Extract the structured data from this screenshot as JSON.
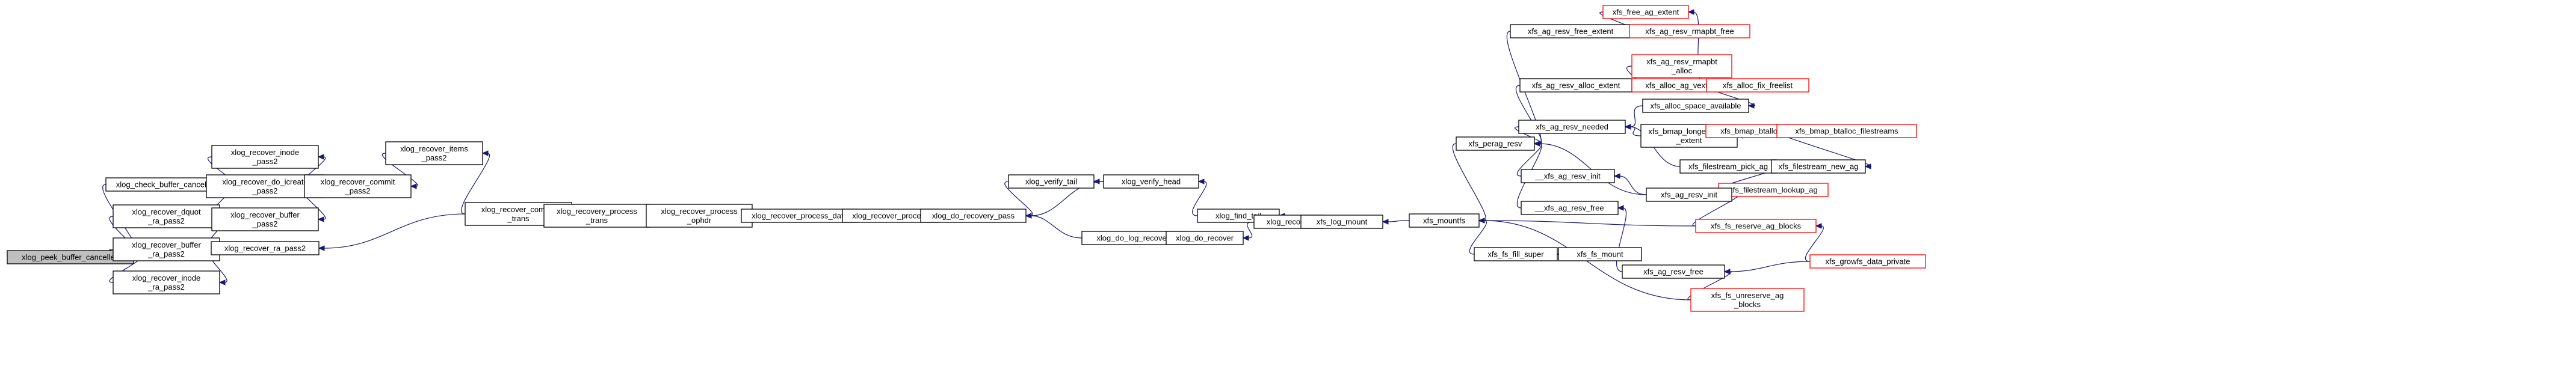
{
  "nodes": [
    {
      "id": "root",
      "lines": [
        "xlog_peek_buffer_cancelled"
      ],
      "style": "root"
    },
    {
      "id": "check",
      "lines": [
        "xlog_check_buffer_cancelled"
      ],
      "style": "normal"
    },
    {
      "id": "dquot",
      "lines": [
        "xlog_recover_dquot",
        "_ra_pass2"
      ],
      "style": "normal"
    },
    {
      "id": "bufra",
      "lines": [
        "xlog_recover_buffer",
        "_ra_pass2"
      ],
      "style": "normal"
    },
    {
      "id": "inodera",
      "lines": [
        "xlog_recover_inode",
        "_ra_pass2"
      ],
      "style": "normal"
    },
    {
      "id": "inodep2",
      "lines": [
        "xlog_recover_inode",
        "_pass2"
      ],
      "style": "normal"
    },
    {
      "id": "icreate",
      "lines": [
        "xlog_recover_do_icreate",
        "_pass2"
      ],
      "style": "normal"
    },
    {
      "id": "bufp2",
      "lines": [
        "xlog_recover_buffer",
        "_pass2"
      ],
      "style": "normal"
    },
    {
      "id": "rapass2",
      "lines": [
        "xlog_recover_ra_pass2"
      ],
      "style": "normal"
    },
    {
      "id": "commitp2",
      "lines": [
        "xlog_recover_commit",
        "_pass2"
      ],
      "style": "normal"
    },
    {
      "id": "itemsp2",
      "lines": [
        "xlog_recover_items",
        "_pass2"
      ],
      "style": "normal"
    },
    {
      "id": "committrans",
      "lines": [
        "xlog_recover_commit",
        "_trans"
      ],
      "style": "normal"
    },
    {
      "id": "proctrans",
      "lines": [
        "xlog_recovery_process",
        "_trans"
      ],
      "style": "normal"
    },
    {
      "id": "ophdr",
      "lines": [
        "xlog_recover_process",
        "_ophdr"
      ],
      "style": "normal"
    },
    {
      "id": "procdata",
      "lines": [
        "xlog_recover_process_data"
      ],
      "style": "normal"
    },
    {
      "id": "process",
      "lines": [
        "xlog_recover_process"
      ],
      "style": "normal"
    },
    {
      "id": "dopass",
      "lines": [
        "xlog_do_recovery_pass"
      ],
      "style": "normal"
    },
    {
      "id": "vtail",
      "lines": [
        "xlog_verify_tail"
      ],
      "style": "normal"
    },
    {
      "id": "vhead",
      "lines": [
        "xlog_verify_head"
      ],
      "style": "normal"
    },
    {
      "id": "findtail",
      "lines": [
        "xlog_find_tail"
      ],
      "style": "normal"
    },
    {
      "id": "dologrec",
      "lines": [
        "xlog_do_log_recovery"
      ],
      "style": "normal"
    },
    {
      "id": "dorec",
      "lines": [
        "xlog_do_recover"
      ],
      "style": "normal"
    },
    {
      "id": "recover",
      "lines": [
        "xlog_recover"
      ],
      "style": "normal"
    },
    {
      "id": "logmount",
      "lines": [
        "xfs_log_mount"
      ],
      "style": "normal"
    },
    {
      "id": "mountfs",
      "lines": [
        "xfs_mountfs"
      ],
      "style": "normal"
    },
    {
      "id": "peragresv",
      "lines": [
        "xfs_perag_resv"
      ],
      "style": "normal"
    },
    {
      "id": "fssuper",
      "lines": [
        "xfs_fs_fill_super"
      ],
      "style": "normal"
    },
    {
      "id": "fsmount",
      "lines": [
        "xfs_fs_mount"
      ],
      "style": "normal"
    },
    {
      "id": "freeext",
      "lines": [
        "xfs_ag_resv_free_extent"
      ],
      "style": "normal"
    },
    {
      "id": "allocext",
      "lines": [
        "xfs_ag_resv_alloc_extent"
      ],
      "style": "normal"
    },
    {
      "id": "needed",
      "lines": [
        "xfs_ag_resv_needed"
      ],
      "style": "normal"
    },
    {
      "id": "xinit",
      "lines": [
        "__xfs_ag_resv_init"
      ],
      "style": "normal"
    },
    {
      "id": "xfree",
      "lines": [
        "__xfs_ag_resv_free"
      ],
      "style": "normal"
    },
    {
      "id": "freeagext",
      "lines": [
        "xfs_free_ag_extent"
      ],
      "style": "red"
    },
    {
      "id": "rmapfree",
      "lines": [
        "xfs_ag_resv_rmapbt_free"
      ],
      "style": "red"
    },
    {
      "id": "rmapalloc",
      "lines": [
        "xfs_ag_resv_rmapbt",
        "_alloc"
      ],
      "style": "red"
    },
    {
      "id": "vextent",
      "lines": [
        "xfs_alloc_ag_vextent"
      ],
      "style": "red"
    },
    {
      "id": "fixfl",
      "lines": [
        "xfs_alloc_fix_freelist"
      ],
      "style": "red"
    },
    {
      "id": "spaceavail",
      "lines": [
        "xfs_alloc_space_available"
      ],
      "style": "normal"
    },
    {
      "id": "longest",
      "lines": [
        "xfs_bmap_longest_free",
        "_extent"
      ],
      "style": "normal"
    },
    {
      "id": "btnullfb",
      "lines": [
        "xfs_bmap_btalloc_nullfb"
      ],
      "style": "red"
    },
    {
      "id": "btfs",
      "lines": [
        "xfs_bmap_btalloc_filestreams"
      ],
      "style": "red"
    },
    {
      "id": "fspick",
      "lines": [
        "xfs_filestream_pick_ag"
      ],
      "style": "normal"
    },
    {
      "id": "fsnew",
      "lines": [
        "xfs_filestream_new_ag"
      ],
      "style": "normal"
    },
    {
      "id": "fslookup",
      "lines": [
        "xfs_filestream_lookup_ag"
      ],
      "style": "red"
    },
    {
      "id": "resvinit",
      "lines": [
        "xfs_ag_resv_init"
      ],
      "style": "normal"
    },
    {
      "id": "resvfree",
      "lines": [
        "xfs_ag_resv_free"
      ],
      "style": "normal"
    },
    {
      "id": "fsreserve",
      "lines": [
        "xfs_fs_reserve_ag_blocks"
      ],
      "style": "red"
    },
    {
      "id": "growfs",
      "lines": [
        "xfs_growfs_data_private"
      ],
      "style": "red"
    },
    {
      "id": "fsunreserve",
      "lines": [
        "xfs_fs_unreserve_ag",
        "_blocks"
      ],
      "style": "red"
    }
  ],
  "edges": [
    [
      "check",
      "root"
    ],
    [
      "dquot",
      "root"
    ],
    [
      "bufra",
      "root"
    ],
    [
      "inodera",
      "root"
    ],
    [
      "inodep2",
      "check"
    ],
    [
      "icreate",
      "check"
    ],
    [
      "bufp2",
      "check"
    ],
    [
      "rapass2",
      "dquot"
    ],
    [
      "rapass2",
      "bufra"
    ],
    [
      "rapass2",
      "inodera"
    ],
    [
      "commitp2",
      "inodep2"
    ],
    [
      "commitp2",
      "icreate"
    ],
    [
      "commitp2",
      "bufp2"
    ],
    [
      "itemsp2",
      "commitp2"
    ],
    [
      "committrans",
      "itemsp2"
    ],
    [
      "committrans",
      "rapass2"
    ],
    [
      "proctrans",
      "committrans"
    ],
    [
      "ophdr",
      "proctrans"
    ],
    [
      "procdata",
      "ophdr"
    ],
    [
      "process",
      "procdata"
    ],
    [
      "dopass",
      "process"
    ],
    [
      "vtail",
      "dopass"
    ],
    [
      "vhead",
      "dopass"
    ],
    [
      "dologrec",
      "dopass"
    ],
    [
      "vhead",
      "vtail"
    ],
    [
      "findtail",
      "vhead"
    ],
    [
      "dorec",
      "dologrec"
    ],
    [
      "recover",
      "findtail"
    ],
    [
      "recover",
      "dorec"
    ],
    [
      "logmount",
      "recover"
    ],
    [
      "mountfs",
      "logmount"
    ],
    [
      "peragresv",
      "mountfs"
    ],
    [
      "fssuper",
      "mountfs"
    ],
    [
      "fsmount",
      "fssuper"
    ],
    [
      "freeext",
      "peragresv"
    ],
    [
      "allocext",
      "peragresv"
    ],
    [
      "needed",
      "peragresv"
    ],
    [
      "xinit",
      "peragresv"
    ],
    [
      "xfree",
      "peragresv"
    ],
    [
      "resvinit",
      "peragresv"
    ],
    [
      "freeagext",
      "freeext"
    ],
    [
      "rmapfree",
      "freeext"
    ],
    [
      "rmapalloc",
      "allocext"
    ],
    [
      "vextent",
      "allocext"
    ],
    [
      "fixfl",
      "vextent"
    ],
    [
      "fixfl",
      "freeagext"
    ],
    [
      "fixfl",
      "spaceavail"
    ],
    [
      "spaceavail",
      "needed"
    ],
    [
      "longest",
      "needed"
    ],
    [
      "fspick",
      "needed"
    ],
    [
      "btnullfb",
      "longest"
    ],
    [
      "btfs",
      "longest"
    ],
    [
      "fsnew",
      "fspick"
    ],
    [
      "fslookup",
      "fspick"
    ],
    [
      "btfs",
      "fsnew"
    ],
    [
      "resvinit",
      "xinit"
    ],
    [
      "fsreserve",
      "resvinit"
    ],
    [
      "resvfree",
      "xfree"
    ],
    [
      "fsreserve",
      "mountfs"
    ],
    [
      "growfs",
      "fsreserve"
    ],
    [
      "fsunreserve",
      "resvfree"
    ],
    [
      "growfs",
      "resvfree"
    ],
    [
      "fsunreserve",
      "mountfs"
    ]
  ]
}
